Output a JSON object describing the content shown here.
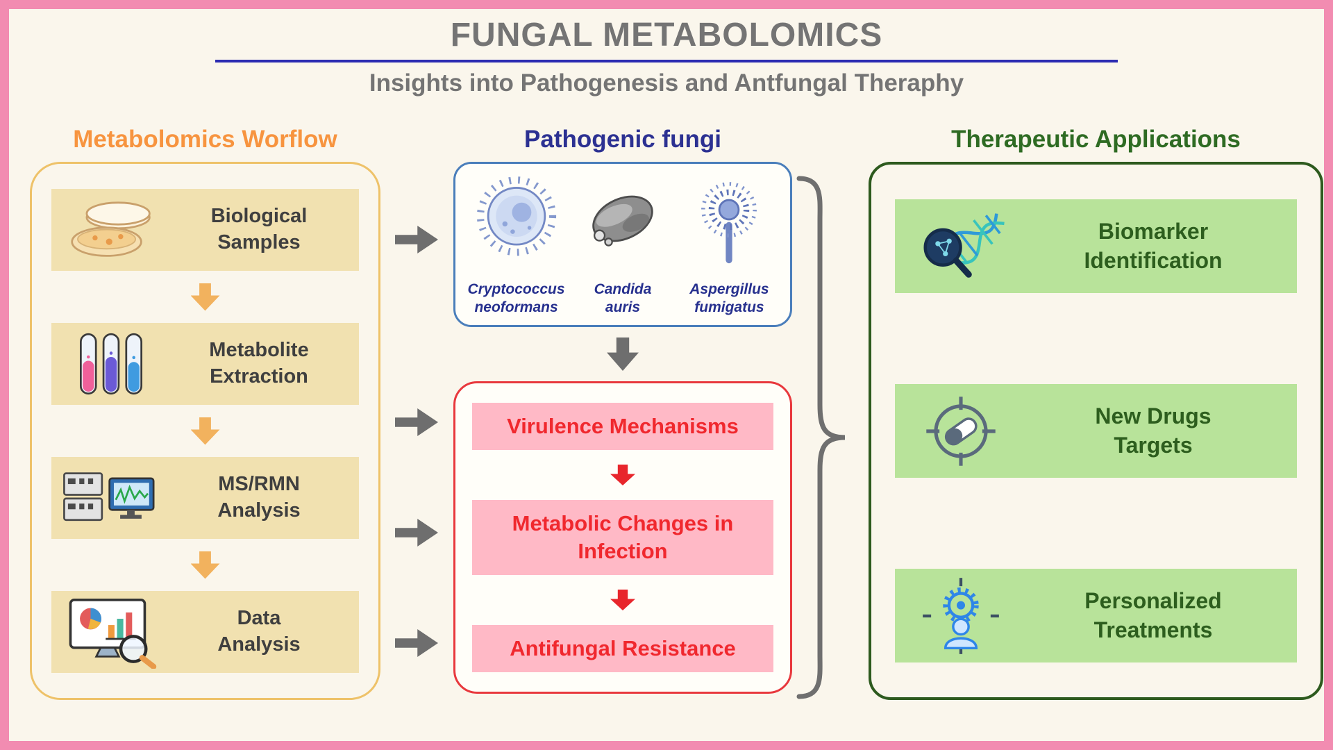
{
  "header": {
    "title": "FUNGAL METABOLOMICS",
    "subtitle": "Insights into Pathogenesis and Antfungal Theraphy"
  },
  "workflow": {
    "heading": "Metabolomics Worflow",
    "steps": [
      {
        "label": "Biological\nSamples",
        "icon": "petri-dish-icon"
      },
      {
        "label": "Metabolite\nExtraction",
        "icon": "test-tubes-icon"
      },
      {
        "label": "MS/RMN\nAnalysis",
        "icon": "ms-instrument-icon"
      },
      {
        "label": "Data\nAnalysis",
        "icon": "data-analysis-icon"
      }
    ]
  },
  "pathogenic_fungi": {
    "heading": "Pathogenic fungi",
    "species": [
      {
        "name": "Cryptococcus\nneoformans",
        "icon": "cryptococcus-icon"
      },
      {
        "name": "Candida\nauris",
        "icon": "candida-icon"
      },
      {
        "name": "Aspergillus\nfumigatus",
        "icon": "aspergillus-icon"
      }
    ]
  },
  "disease_processes": {
    "items": [
      {
        "label": "Virulence Mechanisms"
      },
      {
        "label": "Metabolic Changes in\nInfection"
      },
      {
        "label": "Antifungal Resistance"
      }
    ]
  },
  "therapeutic": {
    "heading": "Therapeutic Applications",
    "items": [
      {
        "label": "Biomarker\nIdentification",
        "icon": "dna-magnifier-icon"
      },
      {
        "label": "New Drugs\nTargets",
        "icon": "target-pill-icon"
      },
      {
        "label": "Personalized\nTreatments",
        "icon": "person-gear-icon"
      }
    ]
  },
  "colors": {
    "frame_pink": "#f28cb1",
    "background_cream": "#faf6ec",
    "title_gray": "#747474",
    "underline_blue": "#2b2bb2",
    "workflow_orange": "#f7943f",
    "workflow_box_tan": "#f1e1b0",
    "fungi_heading_blue": "#2c3192",
    "fungi_border_blue": "#4a7ebb",
    "process_red": "#e8383d",
    "process_pink": "#ffb9c6",
    "therapy_dark_green": "#2d5a1e",
    "therapy_light_green": "#b8e39a",
    "arrow_gray": "#6e6e6e"
  }
}
